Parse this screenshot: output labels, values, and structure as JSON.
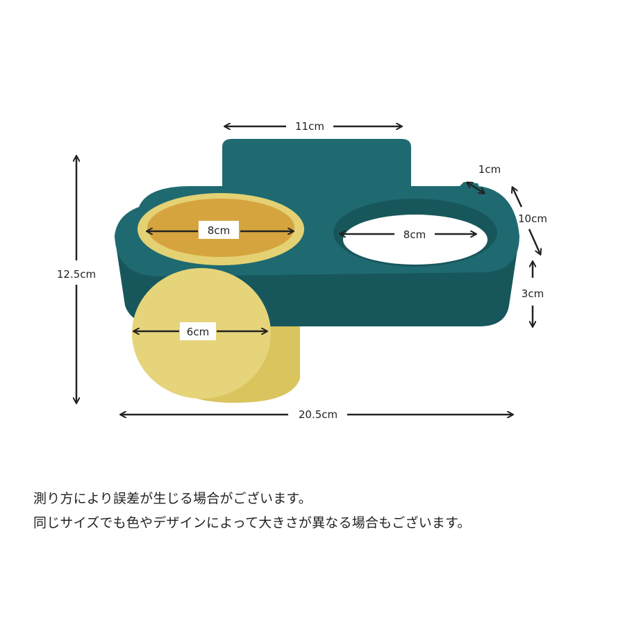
{
  "dimensions": {
    "top_width": "11cm",
    "cup_left": "8cm",
    "hole_right": "8cm",
    "lid": "6cm",
    "height": "12.5cm",
    "total_width": "20.5cm",
    "tab": "1cm",
    "depth": "10cm",
    "thickness": "3cm"
  },
  "notes": [
    "測り方により誤差が生じる場合がございます。",
    "同じサイズでも色やデザインによって大きさが異なる場合もございます。"
  ],
  "colors": {
    "teal": "#1f6a70",
    "teal_dark": "#17575c",
    "yellow": "#e4d173",
    "ochre": "#d6a43e"
  }
}
